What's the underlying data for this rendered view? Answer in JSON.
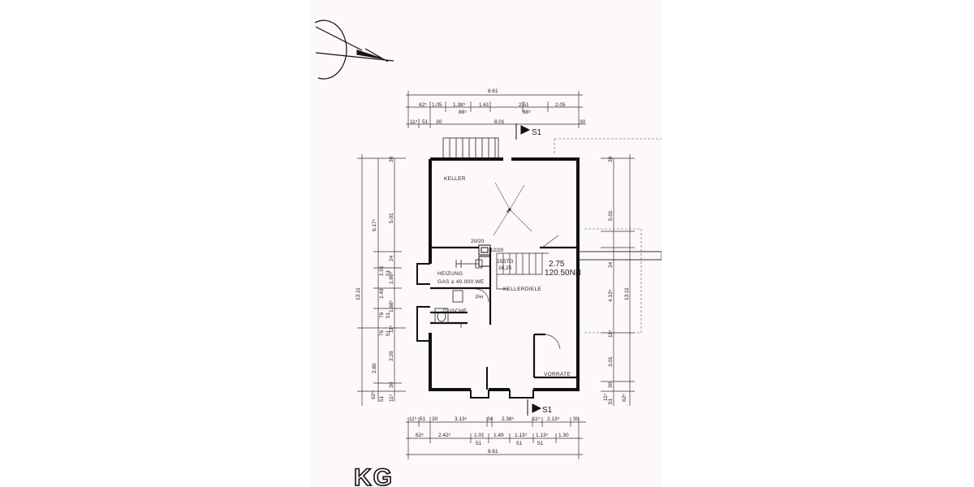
{
  "plan": {
    "rooms": {
      "keller": "KELLER",
      "heizung": "HEIZUNG",
      "gas": "GAS  ≤ 40.000 WE",
      "dusche": "DUSCHE",
      "kellerdiele": "KELLERDIELE",
      "vorrate": "VORRATE"
    },
    "stair": {
      "steps": "15STG",
      "size": "16,25",
      "height": "2.75",
      "level": "120.50NN"
    },
    "labels": {
      "ph": "PH",
      "chimney_a": "20/20",
      "chimney_b": "12/20",
      "pipe": "ø"
    },
    "section_marks": {
      "top": "S1",
      "bottom": "S1"
    },
    "logo": "KG",
    "dims_top": {
      "overall": "8.61",
      "row1": [
        "62⁵",
        "1.05",
        "1.38⁵",
        "1.61",
        "2.51",
        "2.05"
      ],
      "row1_sub": [
        "88⁵",
        "88⁵"
      ],
      "row2": [
        "11⁵",
        "51",
        "30",
        "8.01",
        "30"
      ]
    },
    "dims_bottom": {
      "overall": "8.61",
      "row1": [
        "11⁵",
        "51",
        "30",
        "3.13⁵",
        "24",
        "2.38⁵",
        "11⁵",
        "2.13⁵",
        "30"
      ],
      "row2": [
        "62⁵",
        "2.42⁵",
        "1.01",
        "51",
        "1.49",
        "1.13⁵",
        "51",
        "1.13⁵",
        "51",
        "1.30"
      ]
    },
    "dims_left": {
      "overall": "13.11",
      "outer": [
        "6.17⁵",
        "2.80"
      ],
      "middle": [
        "30",
        "5.01",
        "24",
        "1.86⁵",
        "1.68⁵",
        "11⁵",
        "3.26",
        "30",
        "11⁵"
      ],
      "inner": [
        "1.01",
        "51",
        "1.49",
        "76",
        "51",
        "76",
        "51",
        "62⁵",
        "51"
      ]
    },
    "dims_right": {
      "overall": "13.11",
      "outer": [
        "30",
        "5.01",
        "24",
        "4.13⁵",
        "11⁵",
        "3.01",
        "30",
        "11⁵",
        "51",
        "62⁵"
      ]
    }
  }
}
